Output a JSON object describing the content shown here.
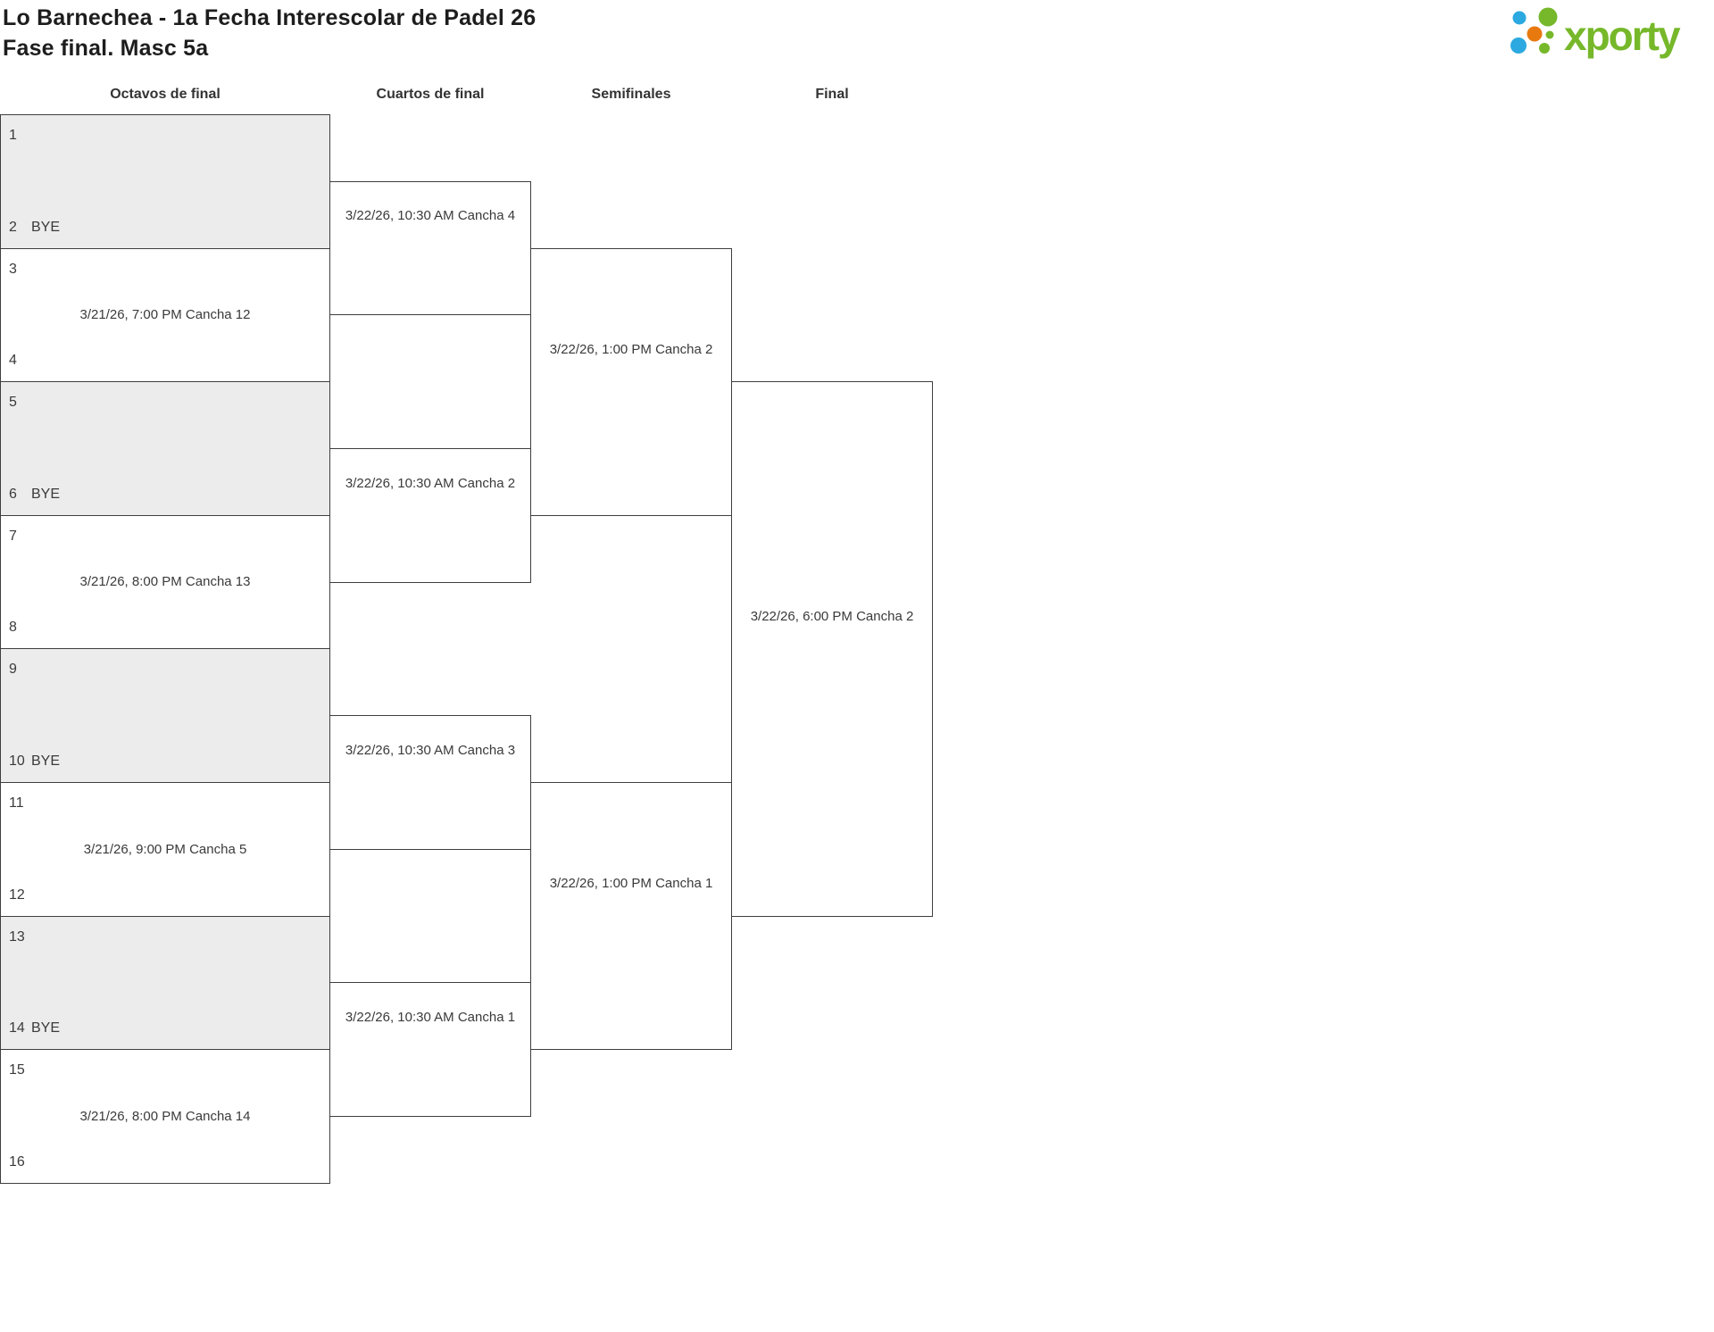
{
  "page": {
    "title": "Lo Barnechea - 1a Fecha Interescolar de Padel 26",
    "subtitle": "Fase final. Masc 5a"
  },
  "logo": {
    "brand": "xporty",
    "colors": {
      "green": "#76B82A",
      "blue": "#2BA9E0",
      "orange": "#E8790F"
    }
  },
  "colors": {
    "border": "#3E3E3E",
    "bye_fill": "#ECECEC",
    "text": "#3A3A3A",
    "title_text": "#1D1D1D"
  },
  "rounds": [
    {
      "label": "Octavos de final"
    },
    {
      "label": "Cuartos de final"
    },
    {
      "label": "Semifinales"
    },
    {
      "label": "Final"
    }
  ],
  "bracket": {
    "round_of_16": [
      {
        "seed_top": "1",
        "team_top": "",
        "seed_bottom": "2",
        "team_bottom": "BYE",
        "schedule": ""
      },
      {
        "seed_top": "3",
        "team_top": "",
        "seed_bottom": "4",
        "team_bottom": "",
        "schedule": "3/21/26, 7:00 PM Cancha 12"
      },
      {
        "seed_top": "5",
        "team_top": "",
        "seed_bottom": "6",
        "team_bottom": "BYE",
        "schedule": ""
      },
      {
        "seed_top": "7",
        "team_top": "",
        "seed_bottom": "8",
        "team_bottom": "",
        "schedule": "3/21/26, 8:00 PM Cancha 13"
      },
      {
        "seed_top": "9",
        "team_top": "",
        "seed_bottom": "10",
        "team_bottom": "BYE",
        "schedule": ""
      },
      {
        "seed_top": "11",
        "team_top": "",
        "seed_bottom": "12",
        "team_bottom": "",
        "schedule": "3/21/26, 9:00 PM Cancha 5"
      },
      {
        "seed_top": "13",
        "team_top": "",
        "seed_bottom": "14",
        "team_bottom": "BYE",
        "schedule": ""
      },
      {
        "seed_top": "15",
        "team_top": "",
        "seed_bottom": "16",
        "team_bottom": "",
        "schedule": "3/21/26, 8:00 PM Cancha 14"
      }
    ],
    "quarterfinals": [
      {
        "schedule": "3/22/26, 10:30 AM Cancha 4"
      },
      {
        "schedule": "3/22/26, 10:30 AM Cancha 2"
      },
      {
        "schedule": "3/22/26, 10:30 AM Cancha 3"
      },
      {
        "schedule": "3/22/26, 10:30 AM Cancha 1"
      }
    ],
    "semifinals": [
      {
        "schedule": "3/22/26, 1:00 PM Cancha 2"
      },
      {
        "schedule": "3/22/26, 1:00 PM Cancha 1"
      }
    ],
    "final": [
      {
        "schedule": "3/22/26, 6:00 PM Cancha 2"
      }
    ]
  }
}
